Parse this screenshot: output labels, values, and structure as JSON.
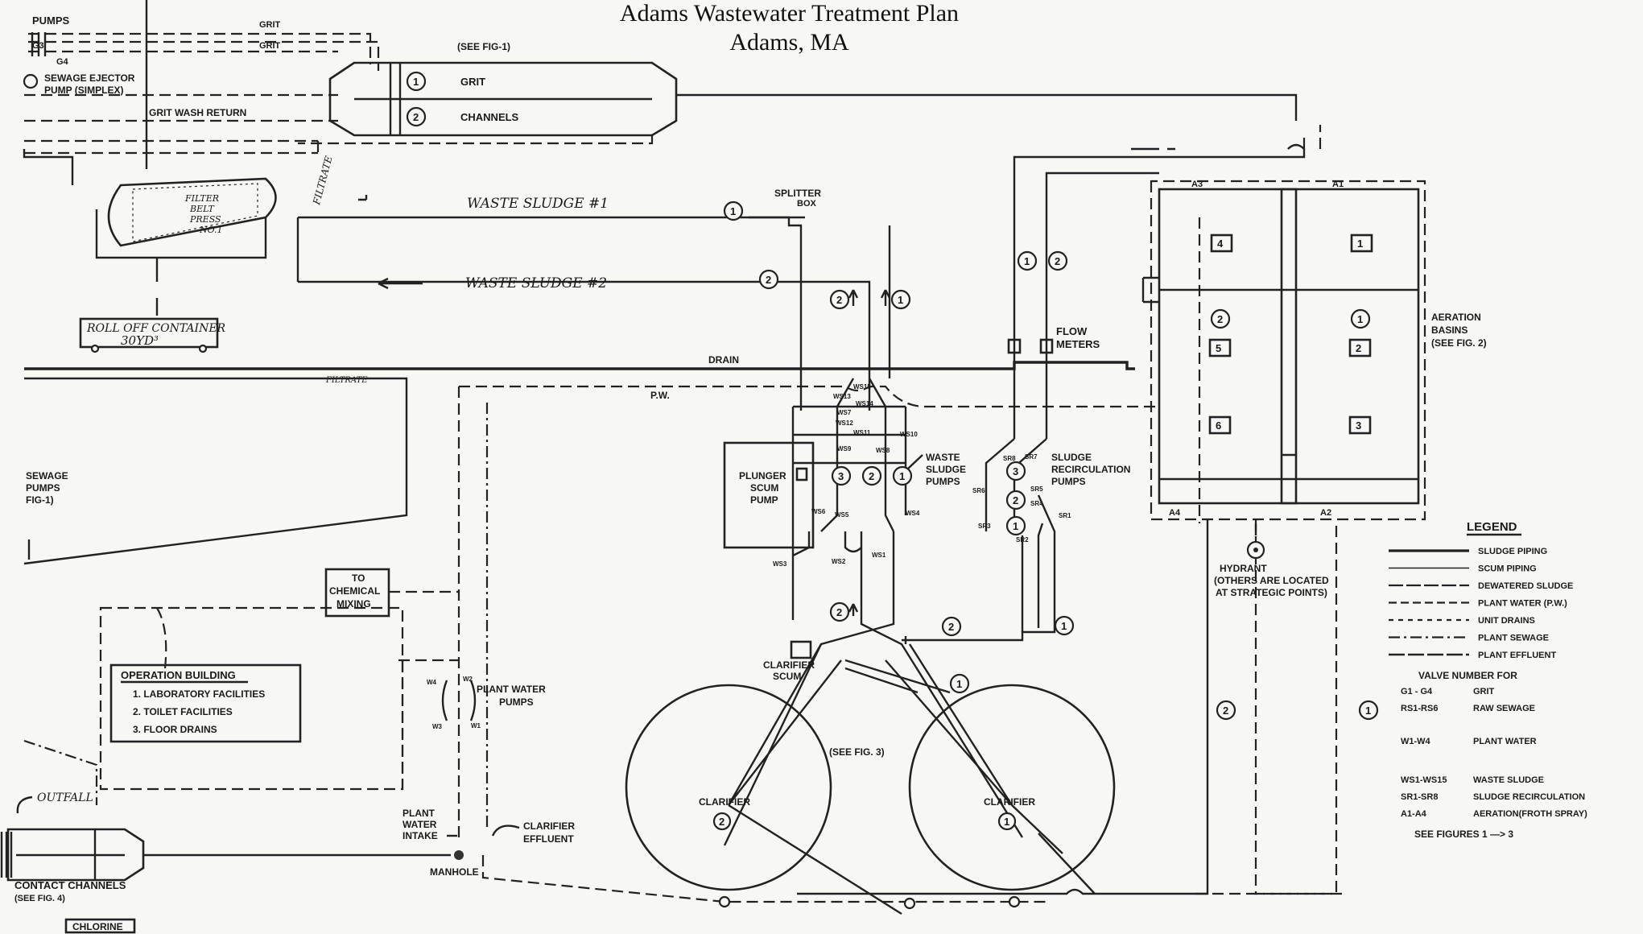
{
  "title": "Adams Wastewater Treatment Plan",
  "subtitle": "Adams, MA",
  "labels": {
    "pumps": "PUMPS",
    "grit1": "GRIT",
    "grit2": "GRIT",
    "g4": "G4",
    "g3": "G3",
    "see_fig1": "(SEE FIG-1)",
    "sewage_ejector1": "SEWAGE EJECTOR",
    "sewage_ejector2": "PUMP (SIMPLEX)",
    "grit_wash_return": "GRIT WASH RETURN",
    "grit_label": "GRIT",
    "channels_label": "CHANNELS",
    "filtrate_v": "FILTRATE",
    "belt_press1": "FILTER",
    "belt_press2": "BELT",
    "belt_press3": "PRESS",
    "belt_press4": "NO.1",
    "roll_off1": "ROLL OFF CONTAINER",
    "roll_off2": "30YD³",
    "waste_sludge_1": "WASTE SLUDGE #1",
    "waste_sludge_2": "WASTE SLUDGE #2",
    "splitter1": "SPLITTER",
    "splitter2": "BOX",
    "drain": "DRAIN",
    "filtrate": "FILTRATE",
    "pw": "P.W.",
    "flow_meters1": "FLOW",
    "flow_meters2": "METERS",
    "aeration1": "AERATION",
    "aeration2": "BASINS",
    "aeration3": "(SEE FIG. 2)",
    "sewage_pumps1": "SEWAGE",
    "sewage_pumps2": "PUMPS",
    "sewage_pumps3": "FIG-1)",
    "plunger1": "PLUNGER",
    "plunger2": "SCUM",
    "plunger3": "PUMP",
    "waste_pumps1": "WASTE",
    "waste_pumps2": "SLUDGE",
    "waste_pumps3": "PUMPS",
    "recirc1": "SLUDGE",
    "recirc2": "RECIRCULATION",
    "recirc3": "PUMPS",
    "a1": "A1",
    "a2": "A2",
    "a3": "A3",
    "a4": "A4",
    "hydrant1": "HYDRANT",
    "hydrant2": "(OTHERS ARE LOCATED",
    "hydrant3": "AT STRATEGIC POINTS)",
    "chem1": "TO",
    "chem2": "CHEMICAL",
    "chem3": "MIXING",
    "op_building": "OPERATION BUILDING",
    "op1": "1. LABORATORY FACILITIES",
    "op2": "2. TOILET FACILITIES",
    "op3": "3. FLOOR DRAINS",
    "plant_water_pumps1": "PLANT WATER",
    "plant_water_pumps2": "PUMPS",
    "clarifier_scum1": "CLARIFIER",
    "clarifier_scum2": "SCUM",
    "see_fig3": "(SEE FIG. 3)",
    "clarifier_l": "CLARIFIER",
    "clarifier_r": "CLARIFIER",
    "outfall": "OUTFALL",
    "plant_intake1": "PLANT",
    "plant_intake2": "WATER",
    "plant_intake3": "INTAKE",
    "manhole": "MANHOLE",
    "clar_effluent1": "CLARIFIER",
    "clar_effluent2": "EFFLUENT",
    "contact1": "CONTACT CHANNELS",
    "contact2": "(SEE FIG. 4)",
    "chlorine": "CHLORINE"
  },
  "valves": {
    "ws15": "WS15",
    "ws14": "WS14",
    "ws13": "WS13",
    "ws12": "WS12",
    "ws11": "WS11",
    "ws10": "WS10",
    "ws9": "WS9",
    "ws8": "WS8",
    "ws7": "WS7",
    "ws6": "WS6",
    "ws5": "WS5",
    "ws4": "WS4",
    "ws3": "WS3",
    "ws2": "WS2",
    "ws1": "WS1",
    "sr8": "SR8",
    "sr7": "SR7",
    "sr6": "SR6",
    "sr5": "SR5",
    "sr4": "SR4",
    "sr3": "SR3",
    "sr2": "SR2",
    "sr1": "SR1",
    "w1": "W1",
    "w2": "W2",
    "w3": "W3",
    "w4": "W4"
  },
  "numbers": {
    "n1": "1",
    "n2": "2",
    "n3": "3",
    "n4": "4",
    "n5": "5",
    "n6": "6"
  },
  "legend": {
    "title": "LEGEND",
    "lines": [
      "SLUDGE PIPING",
      "SCUM PIPING",
      "DEWATERED SLUDGE",
      "PLANT WATER (P.W.)",
      "UNIT DRAINS",
      "PLANT SEWAGE",
      "PLANT EFFLUENT"
    ],
    "valve_header": "VALVE NUMBER FOR",
    "valves": [
      {
        "code": "G1 - G4",
        "desc": "GRIT"
      },
      {
        "code": "RS1-RS6",
        "desc": "RAW SEWAGE"
      },
      {
        "code": "W1-W4",
        "desc": "PLANT WATER"
      },
      {
        "code": "WS1-WS15",
        "desc": "WASTE SLUDGE"
      },
      {
        "code": "SR1-SR8",
        "desc": "SLUDGE RECIRCULATION"
      },
      {
        "code": "A1-A4",
        "desc": "AERATION(FROTH SPRAY)"
      }
    ],
    "see_figures": "SEE FIGURES 1 —> 3"
  },
  "colors": {
    "ink": "#1a1a1a",
    "paper": "#f7f7f4"
  }
}
